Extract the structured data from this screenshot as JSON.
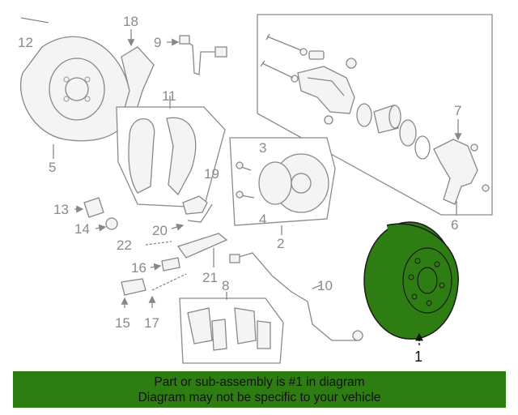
{
  "callouts": [
    "1",
    "2",
    "3",
    "4",
    "5",
    "6",
    "7",
    "8",
    "9",
    "10",
    "11",
    "12",
    "13",
    "14",
    "15",
    "16",
    "17",
    "18",
    "19",
    "20",
    "21",
    "22"
  ],
  "highlight_color": "#2e7d12",
  "banner": {
    "line1": "Part or sub-assembly is #1 in diagram",
    "line2": "Diagram may not be specific to your vehicle"
  }
}
